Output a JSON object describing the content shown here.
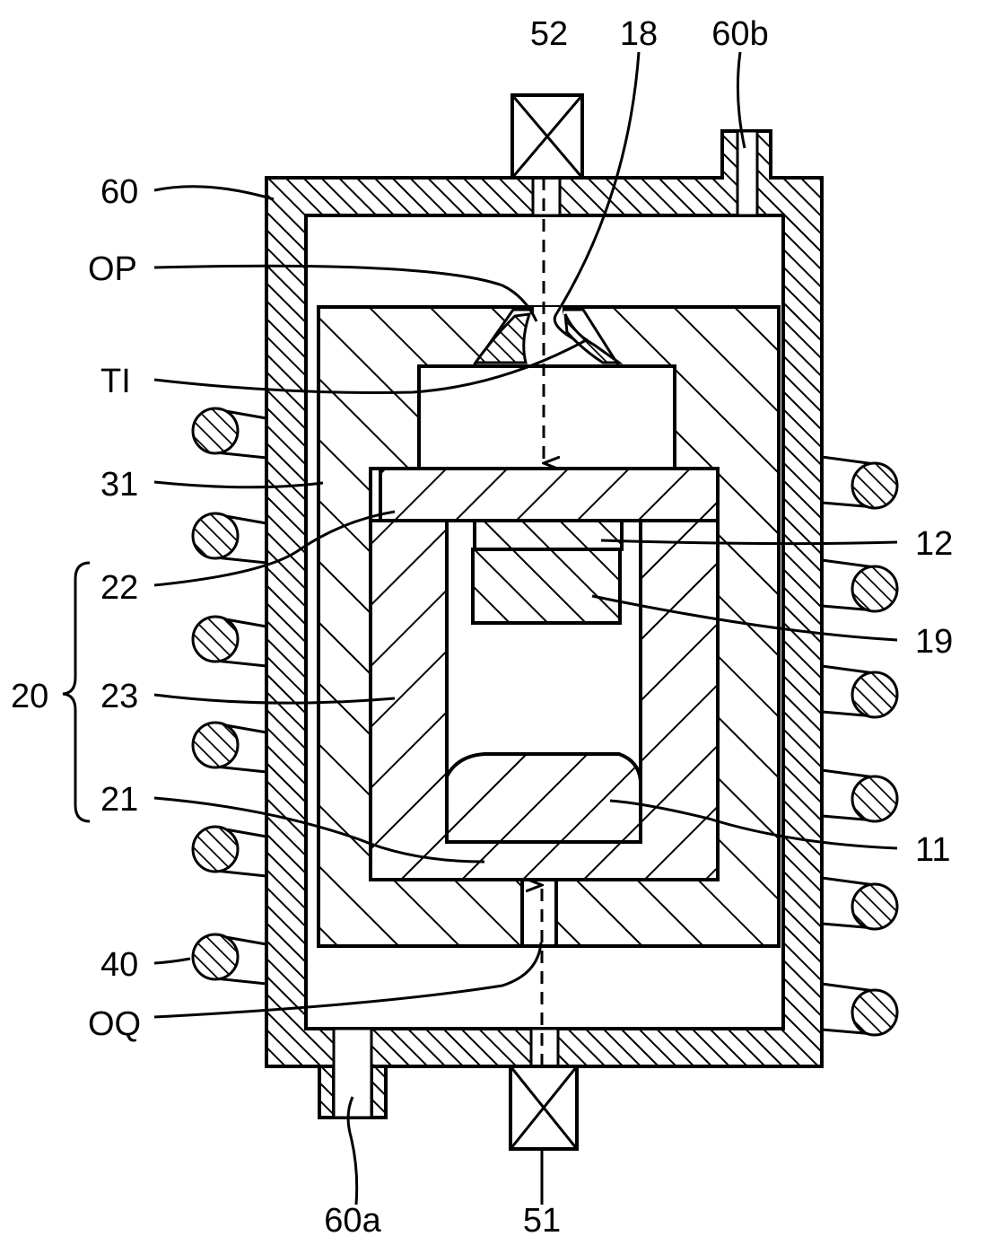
{
  "figure": {
    "labels": {
      "l52": "52",
      "l18": "18",
      "l60b": "60b",
      "l60": "60",
      "lOP": "OP",
      "lTI": "TI",
      "l31": "31",
      "l22": "22",
      "l20": "20",
      "l23": "23",
      "l21": "21",
      "l40": "40",
      "lOQ": "OQ",
      "l12": "12",
      "l19": "19",
      "l11": "11",
      "l60a": "60a",
      "l51": "51"
    },
    "colors": {
      "ink": "#000000",
      "paper": "#ffffff"
    }
  }
}
